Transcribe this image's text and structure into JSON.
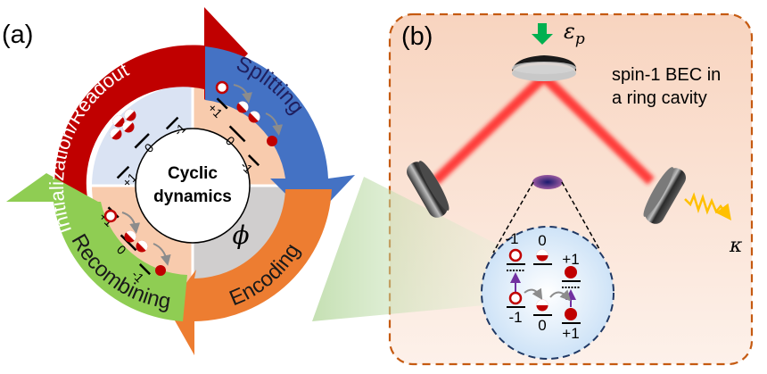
{
  "panel_a": {
    "label": "(a)",
    "center_text": [
      "Cyclic",
      "dynamics"
    ],
    "stages": [
      {
        "name": "Initialization/Readout",
        "color": "#c00000"
      },
      {
        "name": "Splitting",
        "color": "#4472c4"
      },
      {
        "name": "Encoding",
        "color": "#ed7d31"
      },
      {
        "name": "Recombining",
        "color": "#8fcd53"
      }
    ],
    "quadrants": {
      "top_left": {
        "fill": "#dae3f3",
        "levels": [
          "+1",
          "0",
          "-1"
        ]
      },
      "top_right": {
        "fill": "#f8cbad",
        "levels": [
          "+1",
          "0",
          "-1"
        ]
      },
      "bottom_right": {
        "fill": "#d0cece",
        "symbol": "ϕ"
      },
      "bottom_left": {
        "fill": "#f8cbad",
        "levels": [
          "+1",
          "0",
          "-1"
        ]
      }
    }
  },
  "panel_b": {
    "label": "(b)",
    "description": [
      "spin-1 BEC in",
      "a ring cavity"
    ],
    "pump_label": "ε",
    "pump_sub": "p",
    "decay_label": "κ",
    "inset_top_levels": [
      "-1",
      "0",
      "+1"
    ],
    "inset_bottom_levels": [
      "-1",
      "0",
      "+1"
    ]
  }
}
